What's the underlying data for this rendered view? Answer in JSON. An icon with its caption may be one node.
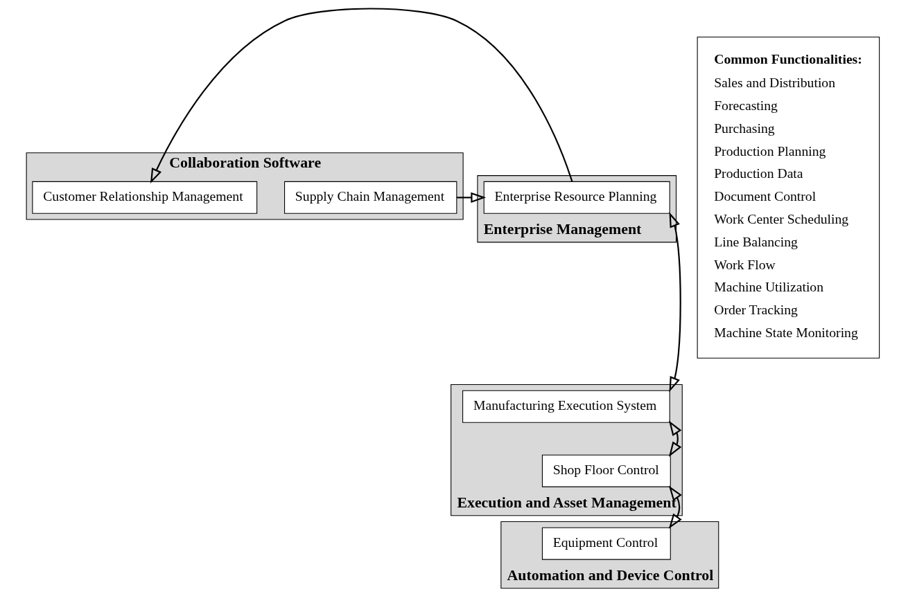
{
  "diagram": {
    "nodes": [
      {
        "text": [
          "Collaboration Software"
        ]
      },
      {
        "text": [
          "Supply Chain Management"
        ],
        "in": 0
      },
      {
        "text": [
          "Enterprise Management"
        ]
      },
      {
        "text": [
          "Enterprise Resource Planning"
        ],
        "in": 2
      },
      {
        "text": [
          "Customer Relationship Management"
        ],
        "in": 0
      },
      {
        "text": [
          "Execution and Asset Management"
        ]
      },
      {
        "text": [
          "Manufacturing Execution System"
        ],
        "in": 5
      },
      {
        "text": [
          "Shop Floor Control"
        ],
        "in": 5
      },
      {
        "text": [
          "Automation and Device Control"
        ]
      },
      {
        "text": [
          "Equipment Control"
        ],
        "in": 8
      },
      {
        "text": [
          "Common Functionalities:",
          "Sales and Distribution",
          "Forecasting",
          "Purchasing",
          "Production Planning",
          "Production Data",
          "Document Control",
          "Work Center Scheduling",
          "Line Balancing",
          "Work Flow",
          "Machine Utilization",
          "Order Tracking",
          "Machine State Monitoring"
        ]
      }
    ],
    "edges": [
      {
        "from": 1,
        "to": 3,
        "arrow": "to"
      },
      {
        "from": 3,
        "to": 4,
        "arrow": "to"
      },
      {
        "from": 3,
        "to": 6,
        "arrow": "both"
      },
      {
        "from": 6,
        "to": 7,
        "arrow": "both"
      },
      {
        "from": 7,
        "to": 9,
        "arrow": "both"
      }
    ]
  }
}
